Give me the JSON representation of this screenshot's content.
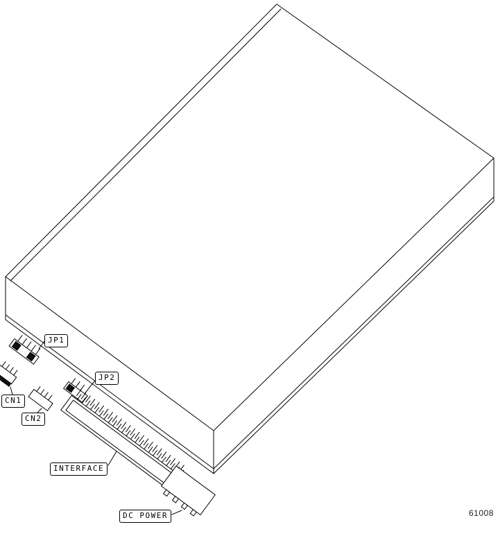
{
  "figure": {
    "number": "61008"
  },
  "callouts": {
    "jp1": {
      "label": "JP1"
    },
    "jp2": {
      "label": "JP2"
    },
    "cn1": {
      "label": "CN1"
    },
    "cn2": {
      "label": "CN2"
    },
    "interface": {
      "label": "INTERFACE"
    },
    "dc_power": {
      "label": "DC POWER"
    }
  },
  "colors": {
    "line": "#000000",
    "background": "#ffffff"
  }
}
